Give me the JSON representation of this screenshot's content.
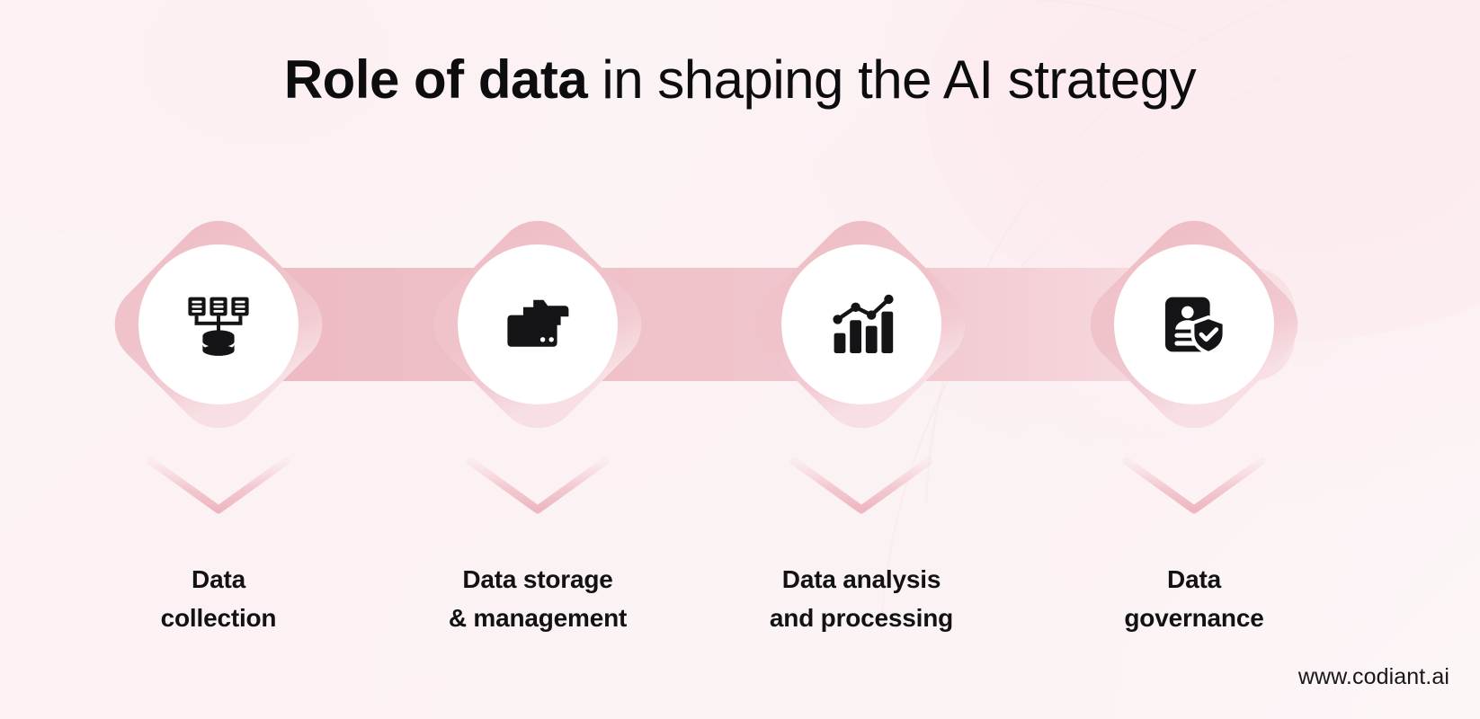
{
  "title": {
    "bold_part": "Role of data",
    "light_part": " in shaping the AI strategy",
    "full": "Role of data in shaping the AI strategy"
  },
  "colors": {
    "background": "#fdf4f6",
    "chain_pink": "#efbec6",
    "chain_pink_light": "#f3cdd3",
    "chain_pink_pale": "#f7dde1",
    "node_white": "#ffffff",
    "icon_black": "#141417",
    "text_black": "#121215",
    "chevron_pink": "#f2c3ca"
  },
  "steps": [
    {
      "index": 1,
      "icon": "data-collection-servers-database-icon",
      "label_line1": "Data",
      "label_line2": "collection",
      "label_full": "Data collection"
    },
    {
      "index": 2,
      "icon": "stacked-folders-icon",
      "label_line1": "Data storage",
      "label_line2": "& management",
      "label_full": "Data storage & management"
    },
    {
      "index": 3,
      "icon": "bar-chart-trend-line-icon",
      "label_line1": "Data analysis",
      "label_line2": "and processing",
      "label_full": "Data analysis and processing"
    },
    {
      "index": 4,
      "icon": "document-person-shield-check-icon",
      "label_line1": "Data",
      "label_line2": "governance",
      "label_full": "Data governance"
    }
  ],
  "footer": {
    "site_url": "www.codiant.ai"
  }
}
